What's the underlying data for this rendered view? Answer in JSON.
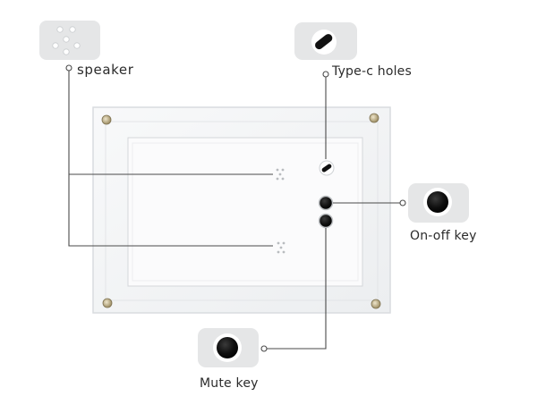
{
  "labels": {
    "speaker": "speaker",
    "type_c": "Type-c holes",
    "on_off": "On-off key",
    "mute": "Mute key"
  },
  "colors": {
    "frame_fill": "#f4f5f6",
    "frame_edge": "#dcdfe2",
    "inner_panel": "#fbfbfc",
    "callout_bg": "#e5e6e7",
    "button": "#0c0c0c",
    "leader_line": "#4a4a4a",
    "screw": "#b9ab86"
  },
  "icons": {
    "speaker": "speaker-grille-icon",
    "type_c": "type-c-port-icon",
    "on_off": "power-button-icon",
    "mute": "mute-button-icon"
  }
}
